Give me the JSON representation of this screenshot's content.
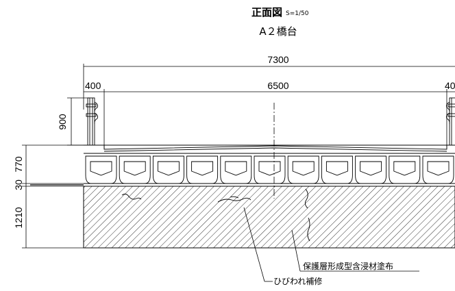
{
  "drawing": {
    "title": "正面図",
    "scale": "S=1/50",
    "subtitle": "A２橋台"
  },
  "dimensions": {
    "overall_width": "7300",
    "left_parapet": "400",
    "carriageway": "6500",
    "right_parapet_partial": "40",
    "railing_height": "900",
    "girder_depth": "770",
    "bearing_gap": "30",
    "abutment_height": "1210"
  },
  "annotations": {
    "coating": "保護層形成型含浸材塗布",
    "crack_repair": "ひびわれ補修"
  },
  "colors": {
    "line": "#000000",
    "background": "#ffffff"
  }
}
